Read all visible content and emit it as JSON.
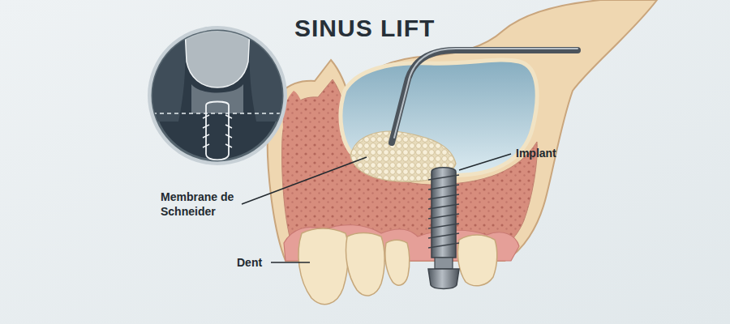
{
  "diagram": {
    "title": "SINUS LIFT",
    "labels": [
      "Implant",
      "Membrane de Schneider",
      "Dent"
    ]
  }
}
